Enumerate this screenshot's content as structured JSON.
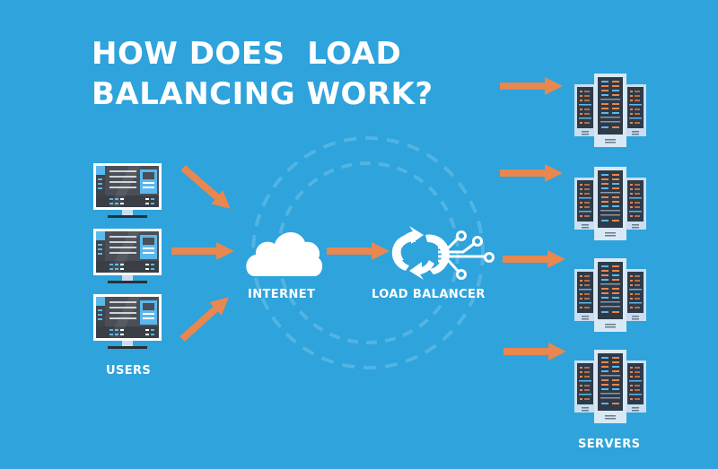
{
  "title": {
    "line1": "HOW DOES  LOAD",
    "line2": "BALANCING WORK?"
  },
  "labels": {
    "users": "USERS",
    "internet": "INTERNET",
    "load_balancer": "LOAD BALANCER",
    "servers": "SERVERS"
  },
  "nodes": {
    "users": [
      {
        "name": "user-1",
        "icon": "desktop-monitor-icon"
      },
      {
        "name": "user-2",
        "icon": "desktop-monitor-icon"
      },
      {
        "name": "user-3",
        "icon": "desktop-monitor-icon"
      }
    ],
    "internet": {
      "icon": "cloud-icon"
    },
    "load_balancer": {
      "icon": "sync-circuit-icon"
    },
    "servers": [
      {
        "name": "server-1",
        "icon": "server-rack-icon"
      },
      {
        "name": "server-2",
        "icon": "server-rack-icon"
      },
      {
        "name": "server-3",
        "icon": "server-rack-icon"
      },
      {
        "name": "server-4",
        "icon": "server-rack-icon"
      }
    ]
  },
  "edges": [
    {
      "from": "user-1",
      "to": "internet"
    },
    {
      "from": "user-2",
      "to": "internet"
    },
    {
      "from": "user-3",
      "to": "internet"
    },
    {
      "from": "internet",
      "to": "load-balancer"
    },
    {
      "from": "load-balancer",
      "to": "server-1"
    },
    {
      "from": "load-balancer",
      "to": "server-2"
    },
    {
      "from": "load-balancer",
      "to": "server-3"
    },
    {
      "from": "load-balancer",
      "to": "server-4"
    }
  ],
  "colors": {
    "background": "#2ea3dc",
    "arrow": "#e8874f",
    "text": "#ffffff",
    "monitor_dark": "#4a4f57",
    "monitor_accent": "#5ab8ec",
    "server_frame": "#c9def0",
    "server_body": "#2f3a48",
    "server_led_orange": "#e8874f",
    "server_led_blue": "#5ab8ec"
  }
}
